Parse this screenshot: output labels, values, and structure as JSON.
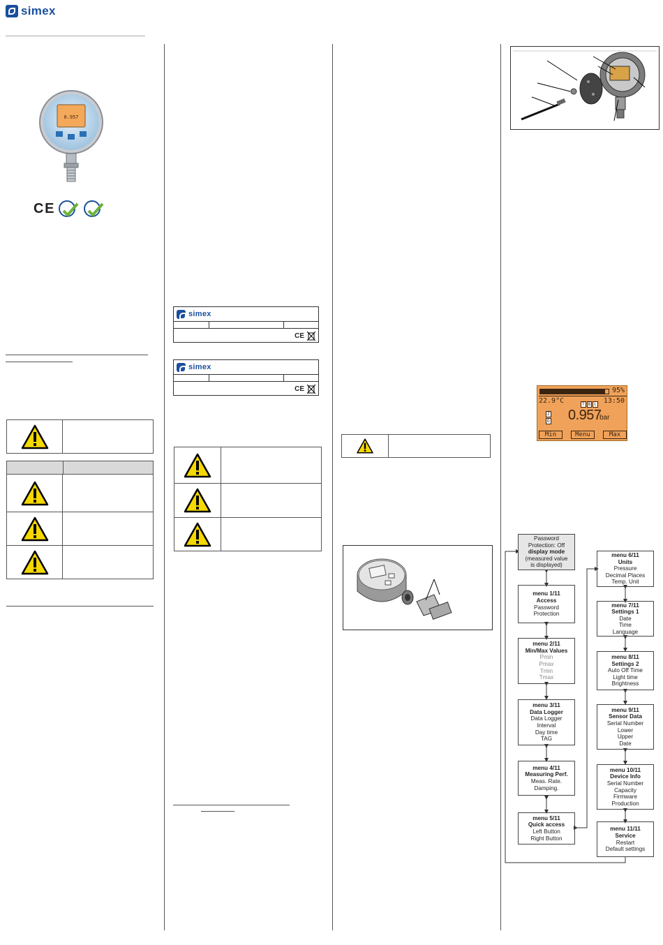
{
  "brand": {
    "name": "simex"
  },
  "labels": [
    {
      "brand": "simex",
      "ce": "CE"
    },
    {
      "brand": "simex",
      "ce": "CE"
    }
  ],
  "lcd": {
    "bar_percent": "95%",
    "bar_fill": 0.95,
    "temperature": "22.9°C",
    "time": "13:50",
    "flags": [
      "T",
      "B",
      "L"
    ],
    "side_flags": [
      "Z",
      "D"
    ],
    "value": "0.957",
    "unit": "bar",
    "buttons": [
      "Min",
      "Menu",
      "Max"
    ]
  },
  "device_screen": {
    "reading": "0.957"
  },
  "menu": {
    "display_mode": {
      "line1": "Password",
      "line2": "Protection: Off",
      "title": "display mode",
      "line4": "(measured value",
      "line5": "is displayed)"
    },
    "m1": {
      "num": "menu 1/11",
      "title": "Access",
      "items": [
        "Password",
        "Protection"
      ]
    },
    "m2": {
      "num": "menu 2/11",
      "title": "Min/Max Values",
      "items": [
        "Pmin",
        "Pmax",
        "Tmin",
        "Tmax"
      ]
    },
    "m3": {
      "num": "menu 3/11",
      "title": "Data Logger",
      "items": [
        "Data Logger",
        "Interval",
        "Day time",
        "TAG"
      ]
    },
    "m4": {
      "num": "menu 4/11",
      "title": "Measuring Perf.",
      "items": [
        "Meas. Rate.",
        "Damping."
      ]
    },
    "m5": {
      "num": "menu 5/11",
      "title": "Quick access",
      "items": [
        "Left Button",
        "Right Button"
      ]
    },
    "m6": {
      "num": "menu 6/11",
      "title": "Units",
      "items": [
        "Pressure",
        "Decimal Places",
        "Temp. Unit"
      ]
    },
    "m7": {
      "num": "menu 7/11",
      "title": "Settings 1",
      "items": [
        "Date",
        "Time",
        "Language"
      ]
    },
    "m8": {
      "num": "menu 8/11",
      "title": "Settings 2",
      "items": [
        "Auto Off Time",
        "Light time",
        "Brightness"
      ]
    },
    "m9": {
      "num": "menu 9/11",
      "title": "Sensor Data",
      "items": [
        "Serial Number",
        "Lower",
        "Upper",
        "Date"
      ]
    },
    "m10": {
      "num": "menu 10/11",
      "title": "Device Info",
      "items": [
        "Serial Number",
        "Capacity",
        "Firmware",
        "Production"
      ]
    },
    "m11": {
      "num": "menu 11/11",
      "title": "Service",
      "items": [
        "Restart",
        "Default settings"
      ]
    }
  },
  "colors": {
    "brand_blue": "#1a4f9c",
    "lcd_orange": "#f0a25a",
    "warning_yellow": "#f5d800"
  }
}
